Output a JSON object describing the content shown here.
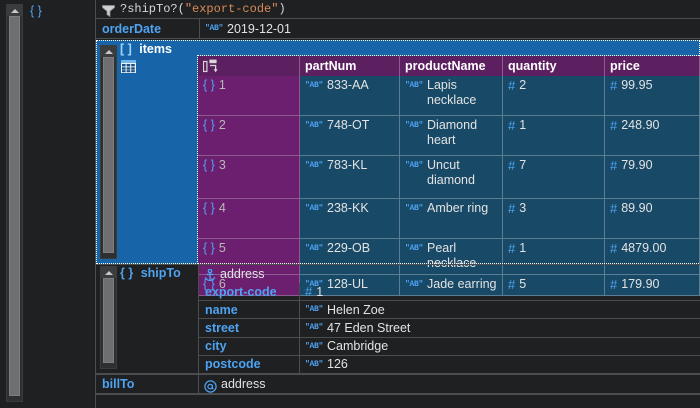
{
  "colors": {
    "bg": "#1e2022",
    "grid_line": "#4b4d4f",
    "key_blue": "#4ea3f2",
    "header_purple": "#5c1f60",
    "index_purple": "#6b1f6e",
    "cell_blue": "#184966",
    "selection_blue": "#1765a8",
    "string_token": "#4ea3f2",
    "filter_string": "#d98b56"
  },
  "outer": {
    "root_node_label": "{ }",
    "scrollbar": {
      "name": "outer-vertical-scrollbar"
    }
  },
  "filter_bar": {
    "icon": "filter-icon",
    "expression_parts": [
      {
        "text": "?shipTo?(",
        "color": "#d7d7d7"
      },
      {
        "text": "\"export-code\"",
        "color": "#d98b56"
      },
      {
        "text": ")",
        "color": "#d7d7d7"
      }
    ],
    "expression_plain": "?shipTo?(\"export-code\")"
  },
  "rows": {
    "orderDate": {
      "key": "orderDate",
      "type_token": "\"AB\"",
      "value": "2019-12-01"
    },
    "items": {
      "key": "items",
      "bracket": "[ ]",
      "selected": true,
      "icon": "grid-icon",
      "scrollbar": {
        "name": "items-vertical-scrollbar"
      }
    },
    "shipTo": {
      "key": "shipTo",
      "bracket": "{ }",
      "value_icon": "anchor-icon",
      "value": "address",
      "scrollbar": {
        "name": "shipto-vertical-scrollbar"
      },
      "fields": [
        {
          "key": "export-code",
          "type_token": "#",
          "value": "1"
        },
        {
          "key": "name",
          "type_token": "\"AB\"",
          "value": "Helen Zoe"
        },
        {
          "key": "street",
          "type_token": "\"AB\"",
          "value": "47 Eden Street"
        },
        {
          "key": "city",
          "type_token": "\"AB\"",
          "value": "Cambridge"
        },
        {
          "key": "postcode",
          "type_token": "\"AB\"",
          "value": "126"
        }
      ]
    },
    "billTo": {
      "key": "billTo",
      "value_icon": "at-icon",
      "value": "address"
    }
  },
  "items_table": {
    "corner_icon": "pivot-icon",
    "columns": [
      "partNum",
      "productName",
      "quantity",
      "price"
    ],
    "rows": [
      {
        "index": "1",
        "bracket": "{ }",
        "partNum": "833-AA",
        "partNum_token": "\"AB\"",
        "productName": "Lapis necklace",
        "productName_token": "\"AB\"",
        "quantity": "2",
        "quantity_token": "#",
        "price": "99.95",
        "price_token": "#"
      },
      {
        "index": "2",
        "bracket": "{ }",
        "partNum": "748-OT",
        "partNum_token": "\"AB\"",
        "productName": "Diamond heart",
        "productName_token": "\"AB\"",
        "quantity": "1",
        "quantity_token": "#",
        "price": "248.90",
        "price_token": "#"
      },
      {
        "index": "3",
        "bracket": "{ }",
        "partNum": "783-KL",
        "partNum_token": "\"AB\"",
        "productName": "Uncut diamond",
        "productName_token": "\"AB\"",
        "quantity": "7",
        "quantity_token": "#",
        "price": "79.90",
        "price_token": "#"
      },
      {
        "index": "4",
        "bracket": "{ }",
        "partNum": "238-KK",
        "partNum_token": "\"AB\"",
        "productName": "Amber ring",
        "productName_token": "\"AB\"",
        "quantity": "3",
        "quantity_token": "#",
        "price": "89.90",
        "price_token": "#"
      },
      {
        "index": "5",
        "bracket": "{ }",
        "partNum": "229-OB",
        "partNum_token": "\"AB\"",
        "productName": "Pearl necklace",
        "productName_token": "\"AB\"",
        "quantity": "1",
        "quantity_token": "#",
        "price": "4879.00",
        "price_token": "#"
      },
      {
        "index": "6",
        "bracket": "{ }",
        "partNum": "128-UL",
        "partNum_token": "\"AB\"",
        "productName": "Jade earring",
        "productName_token": "\"AB\"",
        "quantity": "5",
        "quantity_token": "#",
        "price": "179.90",
        "price_token": "#"
      }
    ]
  }
}
